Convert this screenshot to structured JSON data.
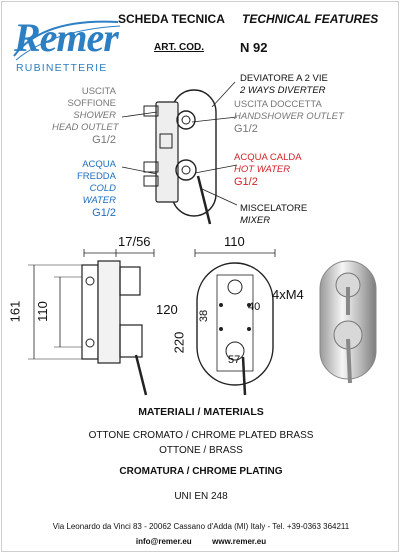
{
  "brand": {
    "name": "Remer",
    "subtitle": "RUBINETTERIE",
    "color": "#2d7fc3"
  },
  "header": {
    "title_it": "SCHEDA TECNICA",
    "title_en": "TECHNICAL FEATURES",
    "art_label": "ART. COD.",
    "art_code": "N 92"
  },
  "top_labels": {
    "diverter_it": "DEVIATORE A 2 VIE",
    "diverter_en": "2 WAYS DIVERTER",
    "shower_outlet_it_1": "USCITA",
    "shower_outlet_it_2": "SOFFIONE",
    "shower_outlet_en_1": "SHOWER",
    "shower_outlet_en_2": "HEAD OUTLET",
    "shower_outlet_thread": "G1/2",
    "handshower_it": "USCITA DOCCETTA",
    "handshower_en": "HANDSHOWER OUTLET",
    "handshower_thread": "G1/2",
    "cold_it_1": "ACQUA",
    "cold_it_2": "FREDDA",
    "cold_en_1": "COLD",
    "cold_en_2": "WATER",
    "cold_thread": "G1/2",
    "hot_it": "ACQUA CALDA",
    "hot_en": "HOT WATER",
    "hot_thread": "G1/2",
    "mixer_it": "MISCELATORE",
    "mixer_en": "MIXER"
  },
  "dimensions": {
    "depth": "17/56",
    "width": "110",
    "height_total": "161",
    "height_inner": "110",
    "side_depth": "120",
    "plate_height": "220",
    "screw": "4xM4",
    "hole_spacing_a": "40",
    "hole_spacing_b": "38",
    "hole_spacing_c": "57"
  },
  "materials": {
    "heading": "MATERIALI / MATERIALS",
    "line1": "OTTONE CROMATO / CHROME PLATED BRASS",
    "line2": "OTTONE / BRASS",
    "plating": "CROMATURA / CHROME PLATING",
    "standard": "UNI EN 248"
  },
  "footer": {
    "address": "Via Leonardo da Vinci 83 - 20062 Cassano d'Adda (MI) Italy - Tel. +39-0363 364211",
    "email": "info@remer.eu",
    "web": "www.remer.eu"
  },
  "colors": {
    "cold": "#1f6fc0",
    "hot": "#d2232a",
    "grey_text": "#777777"
  }
}
